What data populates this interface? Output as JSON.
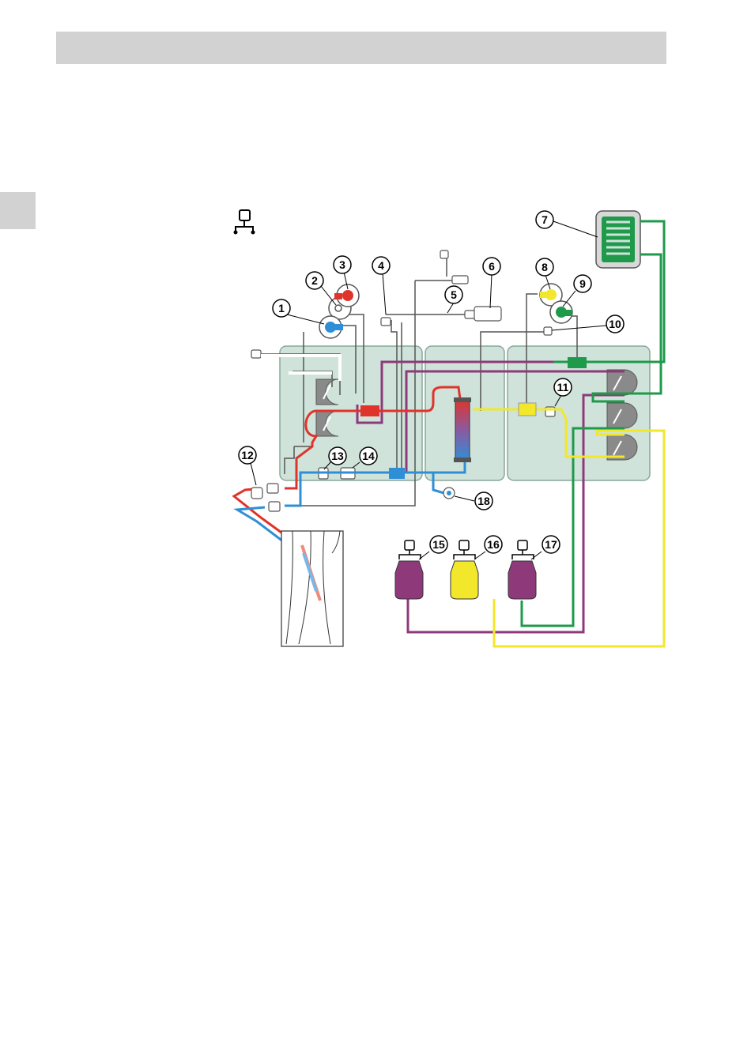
{
  "callouts": {
    "c1": "1",
    "c2": "2",
    "c3": "3",
    "c4": "4",
    "c5": "5",
    "c6": "6",
    "c7": "7",
    "c8": "8",
    "c9": "9",
    "c10": "10",
    "c11": "11",
    "c12": "12",
    "c13": "13",
    "c14": "14",
    "c15": "15",
    "c16": "16",
    "c17": "17",
    "c18": "18"
  },
  "colors": {
    "arterial": "#e0332b",
    "venous": "#2f8fd6",
    "dialysate": "#f2e72b",
    "substitution": "#1f9a4b",
    "filtrate": "#8e3a7a",
    "panel": "#cfe3da",
    "panel_border": "#8aa79a",
    "line": "#555555"
  },
  "icons": [
    "scale-icon",
    "pump-rotor-icon",
    "bag-icon",
    "heater-icon",
    "filter-icon",
    "patient-arm-icon"
  ]
}
